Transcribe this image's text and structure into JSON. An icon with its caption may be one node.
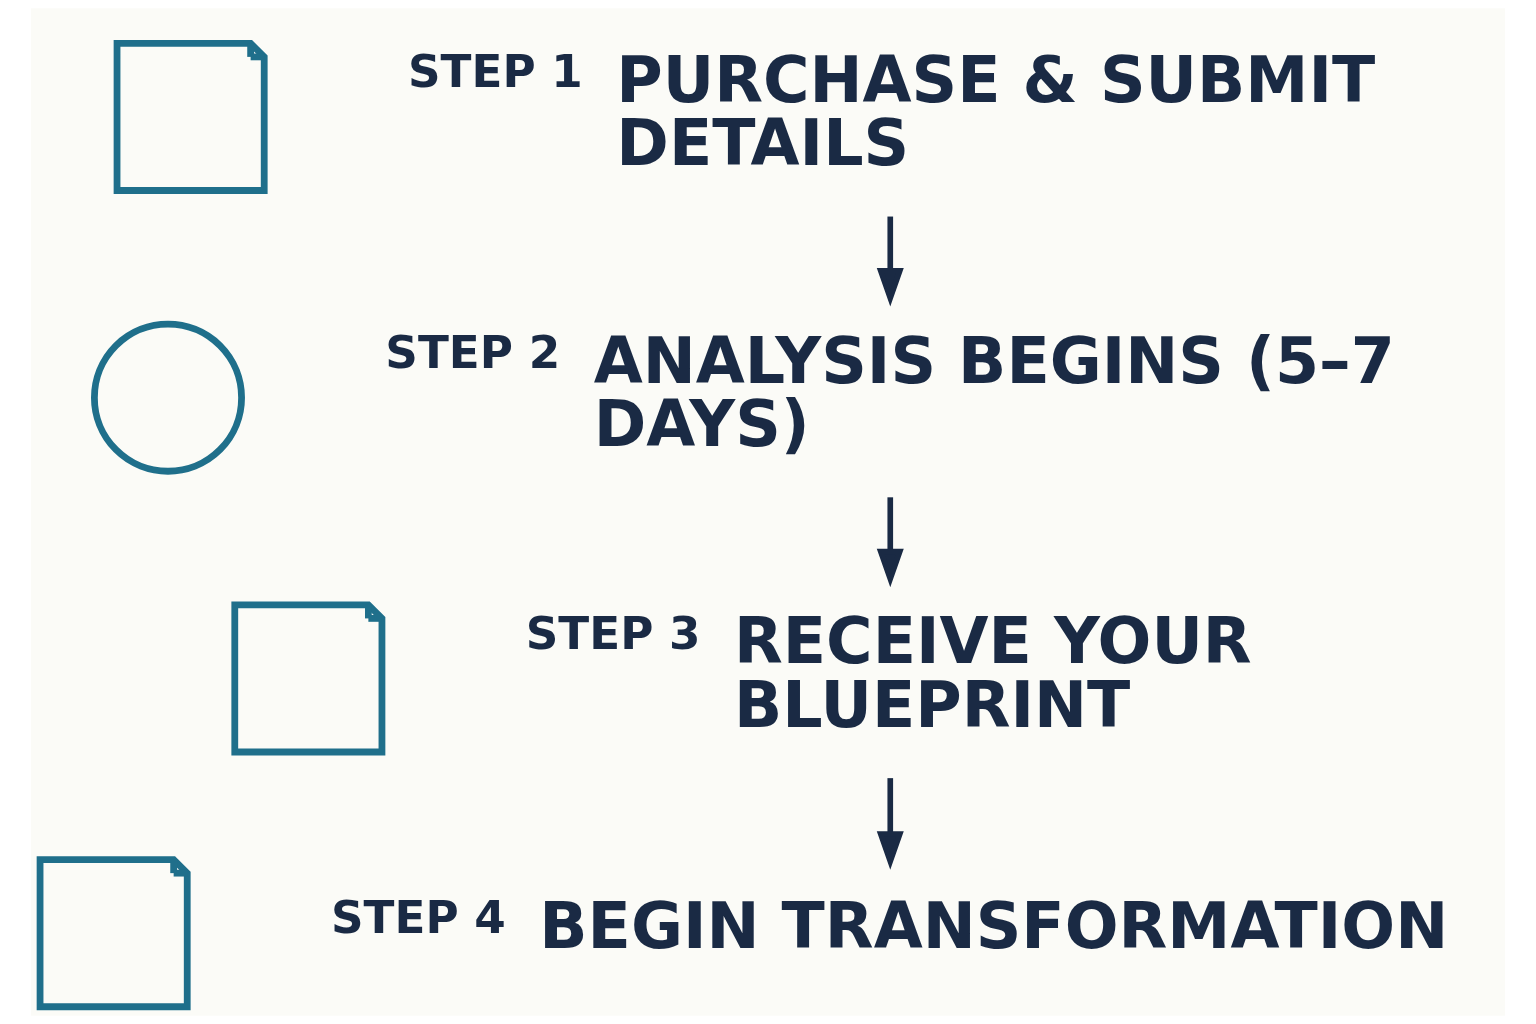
{
  "diagram": {
    "nodes": [
      {
        "text": [],
        "shape": "box"
      },
      {
        "text": [
          "STEP 1",
          "PURCHASE & SUBMIT DETAILS"
        ]
      },
      {
        "text": [],
        "shape": "circle"
      },
      {
        "text": [
          "STEP 2",
          "ANALYSIS BEGINS (5–7 DAYS)"
        ]
      },
      {
        "text": [],
        "shape": "box"
      },
      {
        "text": [
          "STEP 3",
          "RECEIVE YOUR BLUEPRINT"
        ]
      },
      {
        "text": [],
        "shape": "picture"
      },
      {
        "text": [
          "STEP 4",
          "BEGIN TRANSFORMATION"
        ]
      }
    ],
    "edges": [
      {
        "from": 1,
        "to": 3,
        "arrow": "to"
      },
      {
        "from": 3,
        "to": 5,
        "arrow": "to"
      },
      {
        "from": 5,
        "to": 7,
        "arrow": "to"
      }
    ]
  }
}
